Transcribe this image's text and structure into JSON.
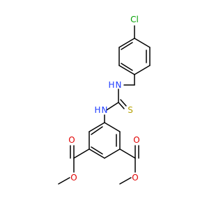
{
  "colors": {
    "bond": "#000000",
    "carbon": "#000000",
    "chlorine": "#00a000",
    "nitrogen": "#1f3cff",
    "oxygen": "#e00000",
    "sulfur": "#b5a000",
    "hydrogen": "#1f3cff"
  },
  "atoms": {
    "cl": {
      "symbol": "Cl"
    },
    "nh_top": {
      "symbol": "H",
      "parent": "N"
    },
    "n_top": {
      "symbol": "N"
    },
    "s": {
      "symbol": "S"
    },
    "nh_bottom": {
      "symbol": "H",
      "parent": "N"
    },
    "n_bottom": {
      "symbol": "N"
    },
    "o_left_carbonyl": {
      "symbol": "O"
    },
    "o_right_carbonyl": {
      "symbol": "O"
    },
    "o_left_ester": {
      "symbol": "O"
    },
    "o_right_ester": {
      "symbol": "O"
    }
  }
}
